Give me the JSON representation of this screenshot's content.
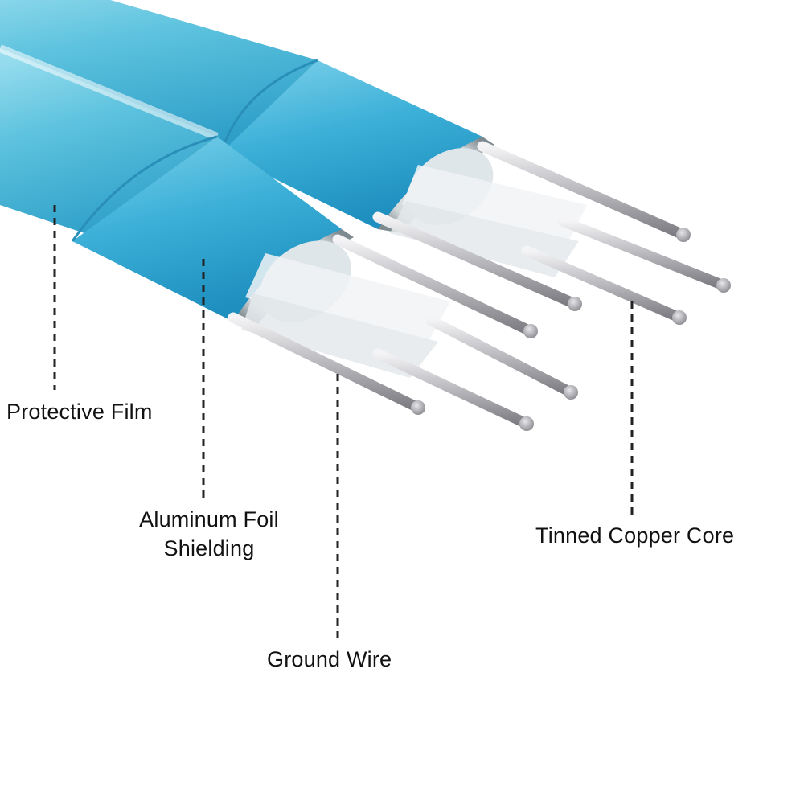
{
  "labels": {
    "protective_film": "Protective Film",
    "aluminum_foil_line1": "Aluminum Foil",
    "aluminum_foil_line2": "Shielding",
    "ground_wire": "Ground Wire",
    "tinned_copper_core": "Tinned Copper Core"
  },
  "colors": {
    "jacket": "#5fc4de",
    "foil": "#3fb2d8",
    "wire": "#c9c9cc",
    "insulation": "#e8eef2",
    "leader": "#222222",
    "text": "#111111",
    "background": "#ffffff"
  }
}
